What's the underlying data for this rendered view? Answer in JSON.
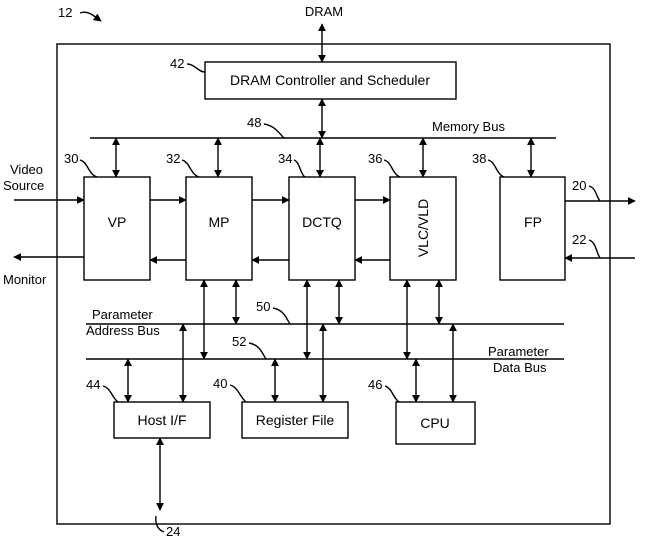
{
  "labels": {
    "dram": "DRAM",
    "memory_bus": "Memory Bus",
    "video_source_1": "Video",
    "video_source_2": "Source",
    "monitor": "Monitor",
    "param_addr_1": "Parameter",
    "param_addr_2": "Address Bus",
    "param_data_1": "Parameter",
    "param_data_2": "Data Bus"
  },
  "blocks": {
    "dram_controller": "DRAM Controller and Scheduler",
    "vp": "VP",
    "mp": "MP",
    "dctq": "DCTQ",
    "vlc_vld": "VLC/VLD",
    "fp": "FP",
    "host_if": "Host I/F",
    "register_file": "Register File",
    "cpu": "CPU"
  },
  "refs": {
    "chip": "12",
    "dram_controller": "42",
    "memory_bus": "48",
    "vp": "30",
    "mp": "32",
    "dctq": "34",
    "vlc_vld": "36",
    "fp": "38",
    "out_20": "20",
    "in_22": "22",
    "param_addr_bus": "50",
    "param_data_bus": "52",
    "host_if": "44",
    "register_file": "40",
    "cpu": "46",
    "host_port": "24"
  }
}
